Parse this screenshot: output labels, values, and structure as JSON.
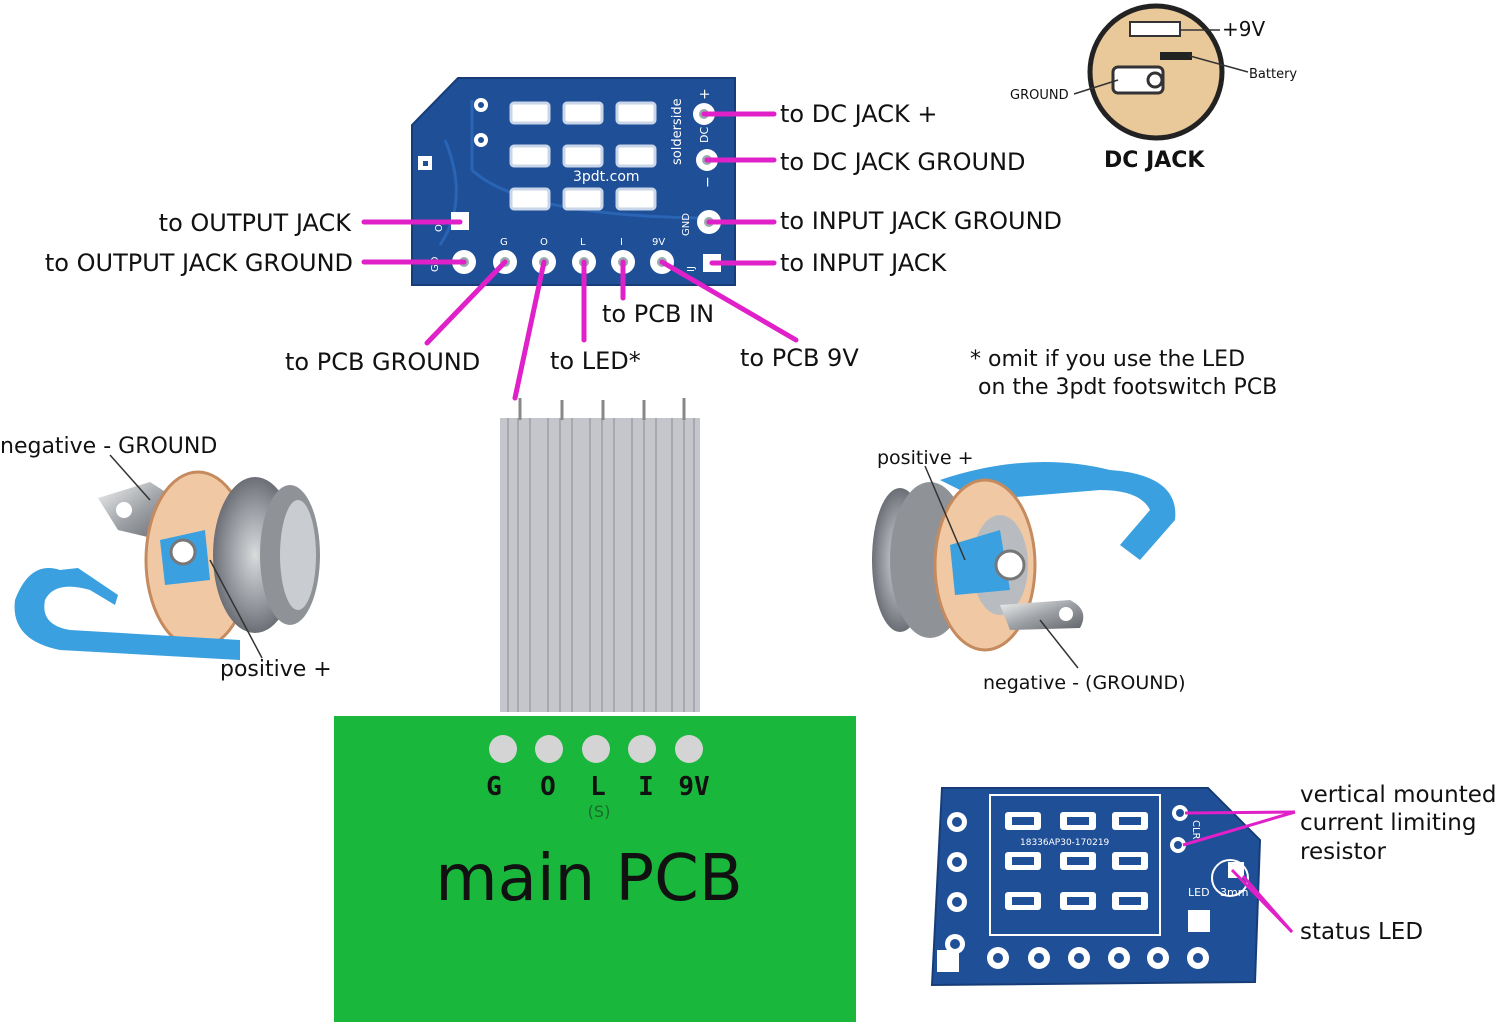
{
  "board_labels": {
    "brand": "3pdt.com",
    "solder_side": "solderside",
    "dc": "DC",
    "plus": "+",
    "minus": "−",
    "gnd": "GND",
    "ij": "IJ",
    "oj": "OJ",
    "gd": "GD",
    "pins": [
      "G",
      "O",
      "L",
      "I",
      "9V"
    ]
  },
  "wiring_labels": {
    "dc_plus": "to DC JACK +",
    "dc_ground": "to DC JACK GROUND",
    "input_ground": "to INPUT JACK GROUND",
    "input_jack": "to INPUT JACK",
    "output_jack": "to OUTPUT JACK",
    "output_ground": "to OUTPUT JACK GROUND",
    "pcb_ground": "to PCB GROUND",
    "led": "to LED*",
    "pcb_in": "to PCB IN",
    "pcb_9v": "to PCB 9V"
  },
  "dc_jack": {
    "title": "DC JACK",
    "plus9v": "+9V",
    "battery": "Battery",
    "ground": "GROUND"
  },
  "note": {
    "line1": "* omit if you use the LED",
    "line2": "on the 3pdt footswitch PCB"
  },
  "left_jack": {
    "negative": "negative - GROUND",
    "positive": "positive +"
  },
  "right_jack": {
    "positive": "positive +",
    "negative": "negative - (GROUND)"
  },
  "main_pcb": {
    "title": "main PCB",
    "pins": [
      "G",
      "O",
      "L",
      "I",
      "9V"
    ],
    "sub": "(S)"
  },
  "footswitch_pcb": {
    "part_no": "18336AP30-170219",
    "clr": "CLR",
    "led": "LED",
    "size": "3mm",
    "resistor_label": [
      "vertical mounted",
      "current limiting",
      "resistor"
    ],
    "status_led": "status LED"
  },
  "colors": {
    "board_blue": "#1f4f96",
    "wire_magenta": "#e020c8",
    "pcb_green": "#19b83c",
    "cable_grey": "#c4c6cb",
    "lug_blue": "#3aa0e0",
    "dc_tan": "#e9c89a"
  }
}
